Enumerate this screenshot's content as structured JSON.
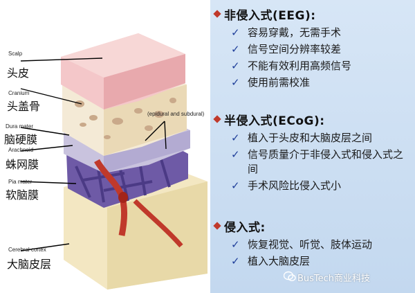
{
  "illustration": {
    "labels": {
      "scalp_en": "Scalp",
      "scalp_zh": "头皮",
      "cranium_en": "Cranium",
      "cranium_zh": "头盖骨",
      "dura_en": "Dura mater",
      "dura_zh": "脑硬膜",
      "arachnoid_en": "Arachnoid",
      "arachnoid_zh": "蛛网膜",
      "pia_en": "Pia mater",
      "pia_zh": "软脑膜",
      "cortex_en": "Cerebral cortex",
      "cortex_zh": "大脑皮层",
      "epidural_en": "(epidural and subdural)"
    },
    "colors": {
      "scalp": "#f4c7c9",
      "cranium": "#f4ead6",
      "dura": "#c9c3de",
      "arachnoid": "#6e5aa6",
      "vessel": "#c0392b",
      "cortex": "#f3e7c2"
    }
  },
  "sections": [
    {
      "title": "非侵入式(EEG):",
      "items": [
        "容易穿戴，无需手术",
        "信号空间分辨率较差",
        "不能有效利用高频信号",
        "使用前需校准"
      ]
    },
    {
      "title": "半侵入式(ECoG):",
      "items": [
        "植入于头皮和大脑皮层之间",
        "信号质量介于非侵入式和侵入式之间",
        "手术风险比侵入式小"
      ]
    },
    {
      "title": "侵入式:",
      "items": [
        "恢复视觉、听觉、肢体运动",
        "植入大脑皮层"
      ]
    }
  ],
  "watermark": "BusTech商业科技",
  "icons": {
    "bullet": "diamond-bullet-icon",
    "check": "check-icon",
    "watermark": "wechat-icon"
  },
  "accent": "#c0392b"
}
